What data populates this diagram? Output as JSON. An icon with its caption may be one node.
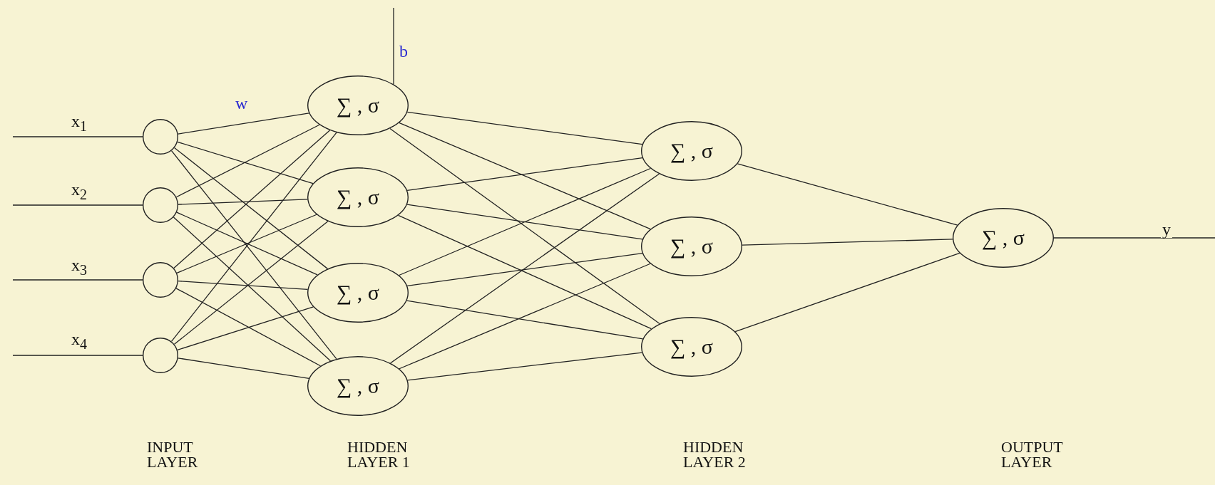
{
  "diagram": {
    "nodes": [
      {
        "text": [],
        "shape": "circle"
      },
      {
        "text": [],
        "shape": "circle"
      },
      {
        "text": [],
        "shape": "circle"
      },
      {
        "text": [],
        "shape": "circle"
      },
      {
        "text": [
          "∑ , σ"
        ]
      },
      {
        "text": [
          "∑ , σ"
        ]
      },
      {
        "text": [
          "∑ , σ"
        ]
      },
      {
        "text": [
          "∑ , σ"
        ]
      },
      {
        "text": [
          "∑ , σ"
        ]
      },
      {
        "text": [
          "∑ , σ"
        ]
      },
      {
        "text": [
          "∑ , σ"
        ]
      },
      {
        "text": [
          "∑ , σ"
        ]
      }
    ],
    "edges": [
      {
        "from": null,
        "to": 0,
        "arrow": "none",
        "label": "x$_{1}$"
      },
      {
        "from": null,
        "to": 1,
        "arrow": "none",
        "label": "x$_{2}$"
      },
      {
        "from": null,
        "to": 2,
        "arrow": "none",
        "label": "x$_{3}$"
      },
      {
        "from": null,
        "to": 3,
        "arrow": "none",
        "label": "x$_{4}$"
      },
      {
        "from": null,
        "to": 4,
        "arrow": "none",
        "label": "b"
      },
      {
        "from": 0,
        "to": 4,
        "arrow": "none"
      },
      {
        "from": 0,
        "to": 5,
        "arrow": "none"
      },
      {
        "from": 0,
        "to": 6,
        "arrow": "none"
      },
      {
        "from": 0,
        "to": 7,
        "arrow": "none"
      },
      {
        "from": 1,
        "to": 4,
        "arrow": "none"
      },
      {
        "from": 1,
        "to": 5,
        "arrow": "none"
      },
      {
        "from": 1,
        "to": 6,
        "arrow": "none"
      },
      {
        "from": 1,
        "to": 7,
        "arrow": "none"
      },
      {
        "from": 2,
        "to": 4,
        "arrow": "none"
      },
      {
        "from": 2,
        "to": 5,
        "arrow": "none"
      },
      {
        "from": 2,
        "to": 6,
        "arrow": "none"
      },
      {
        "from": 2,
        "to": 7,
        "arrow": "none"
      },
      {
        "from": 3,
        "to": 4,
        "arrow": "none"
      },
      {
        "from": 3,
        "to": 5,
        "arrow": "none"
      },
      {
        "from": 3,
        "to": 6,
        "arrow": "none"
      },
      {
        "from": 3,
        "to": 7,
        "arrow": "none"
      },
      {
        "from": 4,
        "to": 8,
        "arrow": "none"
      },
      {
        "from": 4,
        "to": 9,
        "arrow": "none"
      },
      {
        "from": 4,
        "to": 10,
        "arrow": "none"
      },
      {
        "from": 5,
        "to": 8,
        "arrow": "none"
      },
      {
        "from": 5,
        "to": 9,
        "arrow": "none"
      },
      {
        "from": 5,
        "to": 10,
        "arrow": "none"
      },
      {
        "from": 6,
        "to": 8,
        "arrow": "none"
      },
      {
        "from": 6,
        "to": 9,
        "arrow": "none"
      },
      {
        "from": 6,
        "to": 10,
        "arrow": "none"
      },
      {
        "from": 7,
        "to": 8,
        "arrow": "none"
      },
      {
        "from": 7,
        "to": 9,
        "arrow": "none"
      },
      {
        "from": 7,
        "to": 10,
        "arrow": "none"
      },
      {
        "from": 8,
        "to": 11,
        "arrow": "none"
      },
      {
        "from": 9,
        "to": 11,
        "arrow": "none"
      },
      {
        "from": 10,
        "to": 11,
        "arrow": "none"
      },
      {
        "from": 11,
        "to": null,
        "arrow": "none",
        "label": "y"
      }
    ],
    "labels": [
      "w",
      "INPUT LAYER",
      "HIDDEN LAYER 1",
      "HIDDEN LAYER 2",
      "OUTPUT LAYER"
    ]
  }
}
